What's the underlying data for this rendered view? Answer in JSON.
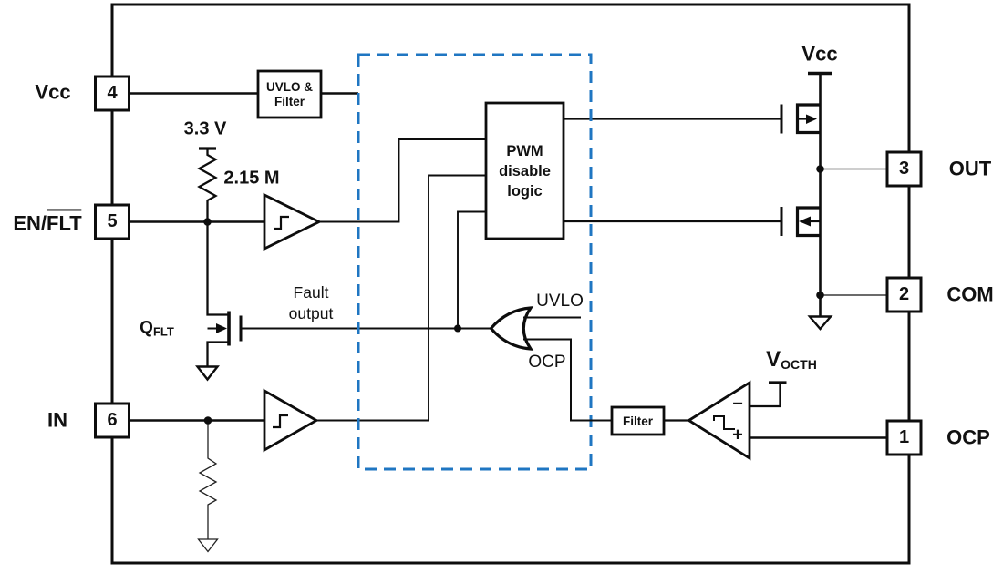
{
  "colors": {
    "line": "#0d0d0d",
    "dashed_box": "#1f76c2",
    "background": "#ffffff"
  },
  "pins": {
    "left": [
      {
        "number": "4",
        "label": "Vcc"
      },
      {
        "number": "5",
        "label_prefix": "EN/",
        "label_overline": "FLT"
      },
      {
        "number": "6",
        "label": "IN"
      }
    ],
    "right": [
      {
        "number": "3",
        "label": "OUT"
      },
      {
        "number": "2",
        "label": "COM"
      },
      {
        "number": "1",
        "label": "OCP"
      }
    ]
  },
  "blocks": {
    "uvlo_filter": {
      "line1": "UVLO &",
      "line2": "Filter"
    },
    "pwm_disable": {
      "line1": "PWM",
      "line2": "disable",
      "line3": "logic"
    },
    "filter": {
      "label": "Filter"
    }
  },
  "labels": {
    "supply_33v": "3.3 V",
    "resistor_value": "2.15 M",
    "qflt_base": "Q",
    "qflt_sub": "FLT",
    "fault_line1": "Fault",
    "fault_line2": "output",
    "uvlo_signal": "UVLO",
    "ocp_signal": "OCP",
    "vcc_top": "Vcc",
    "vocth_base": "V",
    "vocth_sub": "OCTH",
    "comparator_minus": "−",
    "comparator_plus": "+"
  }
}
